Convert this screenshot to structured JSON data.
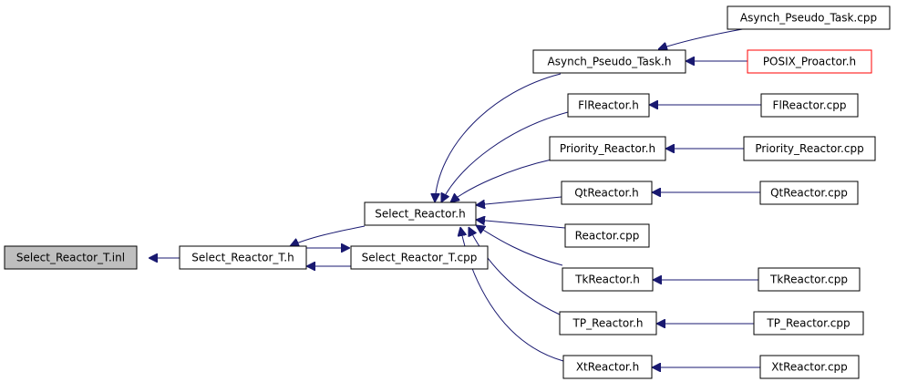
{
  "diagram": {
    "colors": {
      "edge": "#191970",
      "root_fill": "#bfbfbf",
      "highlight_border": "#ff0000"
    },
    "nodes": [
      {
        "id": "n0",
        "label": "Select_Reactor_T.inl"
      },
      {
        "id": "n1",
        "label": "Select_Reactor_T.h"
      },
      {
        "id": "n2",
        "label": "Select_Reactor_T.cpp"
      },
      {
        "id": "n3",
        "label": "Select_Reactor.h"
      },
      {
        "id": "n4",
        "label": "Asynch_Pseudo_Task.h"
      },
      {
        "id": "n5",
        "label": "Asynch_Pseudo_Task.cpp"
      },
      {
        "id": "n6",
        "label": "POSIX_Proactor.h"
      },
      {
        "id": "n7",
        "label": "FlReactor.h"
      },
      {
        "id": "n8",
        "label": "FlReactor.cpp"
      },
      {
        "id": "n9",
        "label": "Priority_Reactor.h"
      },
      {
        "id": "n10",
        "label": "Priority_Reactor.cpp"
      },
      {
        "id": "n11",
        "label": "QtReactor.h"
      },
      {
        "id": "n12",
        "label": "QtReactor.cpp"
      },
      {
        "id": "n13",
        "label": "Reactor.cpp"
      },
      {
        "id": "n14",
        "label": "TkReactor.h"
      },
      {
        "id": "n15",
        "label": "TkReactor.cpp"
      },
      {
        "id": "n16",
        "label": "TP_Reactor.h"
      },
      {
        "id": "n17",
        "label": "TP_Reactor.cpp"
      },
      {
        "id": "n18",
        "label": "XtReactor.h"
      },
      {
        "id": "n19",
        "label": "XtReactor.cpp"
      }
    ],
    "edges": [
      {
        "from": "n1",
        "to": "n0"
      },
      {
        "from": "n2",
        "to": "n1"
      },
      {
        "from": "n3",
        "to": "n1"
      },
      {
        "from": "n1",
        "to": "n2"
      },
      {
        "from": "n4",
        "to": "n3"
      },
      {
        "from": "n7",
        "to": "n3"
      },
      {
        "from": "n9",
        "to": "n3"
      },
      {
        "from": "n11",
        "to": "n3"
      },
      {
        "from": "n13",
        "to": "n3"
      },
      {
        "from": "n14",
        "to": "n3"
      },
      {
        "from": "n16",
        "to": "n3"
      },
      {
        "from": "n18",
        "to": "n3"
      },
      {
        "from": "n5",
        "to": "n4"
      },
      {
        "from": "n6",
        "to": "n4"
      },
      {
        "from": "n8",
        "to": "n7"
      },
      {
        "from": "n10",
        "to": "n9"
      },
      {
        "from": "n12",
        "to": "n11"
      },
      {
        "from": "n15",
        "to": "n14"
      },
      {
        "from": "n17",
        "to": "n16"
      },
      {
        "from": "n19",
        "to": "n18"
      }
    ]
  }
}
